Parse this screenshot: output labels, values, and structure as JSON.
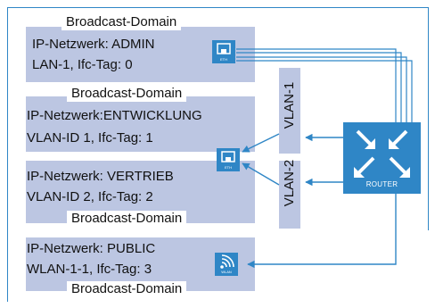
{
  "domains": {
    "admin": {
      "bd_label": "Broadcast-Domain",
      "network": "IP-Netzwerk: ADMIN",
      "detail": "LAN-1, Ifc-Tag: 0"
    },
    "entwicklung": {
      "bd_label": "Broadcast-Domain",
      "network": "IP-Netzwerk:ENTWICKLUNG",
      "detail": "VLAN-ID 1, Ifc-Tag: 1"
    },
    "vertrieb": {
      "bd_label": "Broadcast-Domain",
      "network": "IP-Netzwerk: VERTRIEB",
      "detail": "VLAN-ID 2, Ifc-Tag: 2"
    },
    "public": {
      "bd_label": "Broadcast-Domain",
      "network": "IP-Netzwerk: PUBLIC",
      "detail": "WLAN-1-1, Ifc-Tag: 3"
    }
  },
  "vlans": {
    "vlan1": "VLAN-1",
    "vlan2": "VLAN-2"
  },
  "devices": {
    "admin_switch": "ETH",
    "vlan_switch": "ETH",
    "wlan_ap": "WLAN"
  },
  "router": {
    "label": "ROUTER"
  },
  "colors": {
    "accent": "#2f86c6",
    "domain_fill": "#bcc6e2"
  },
  "icons": {
    "router": "router-arrows-icon",
    "ethernet": "ethernet-port-icon",
    "wlan": "wifi-signal-icon"
  }
}
